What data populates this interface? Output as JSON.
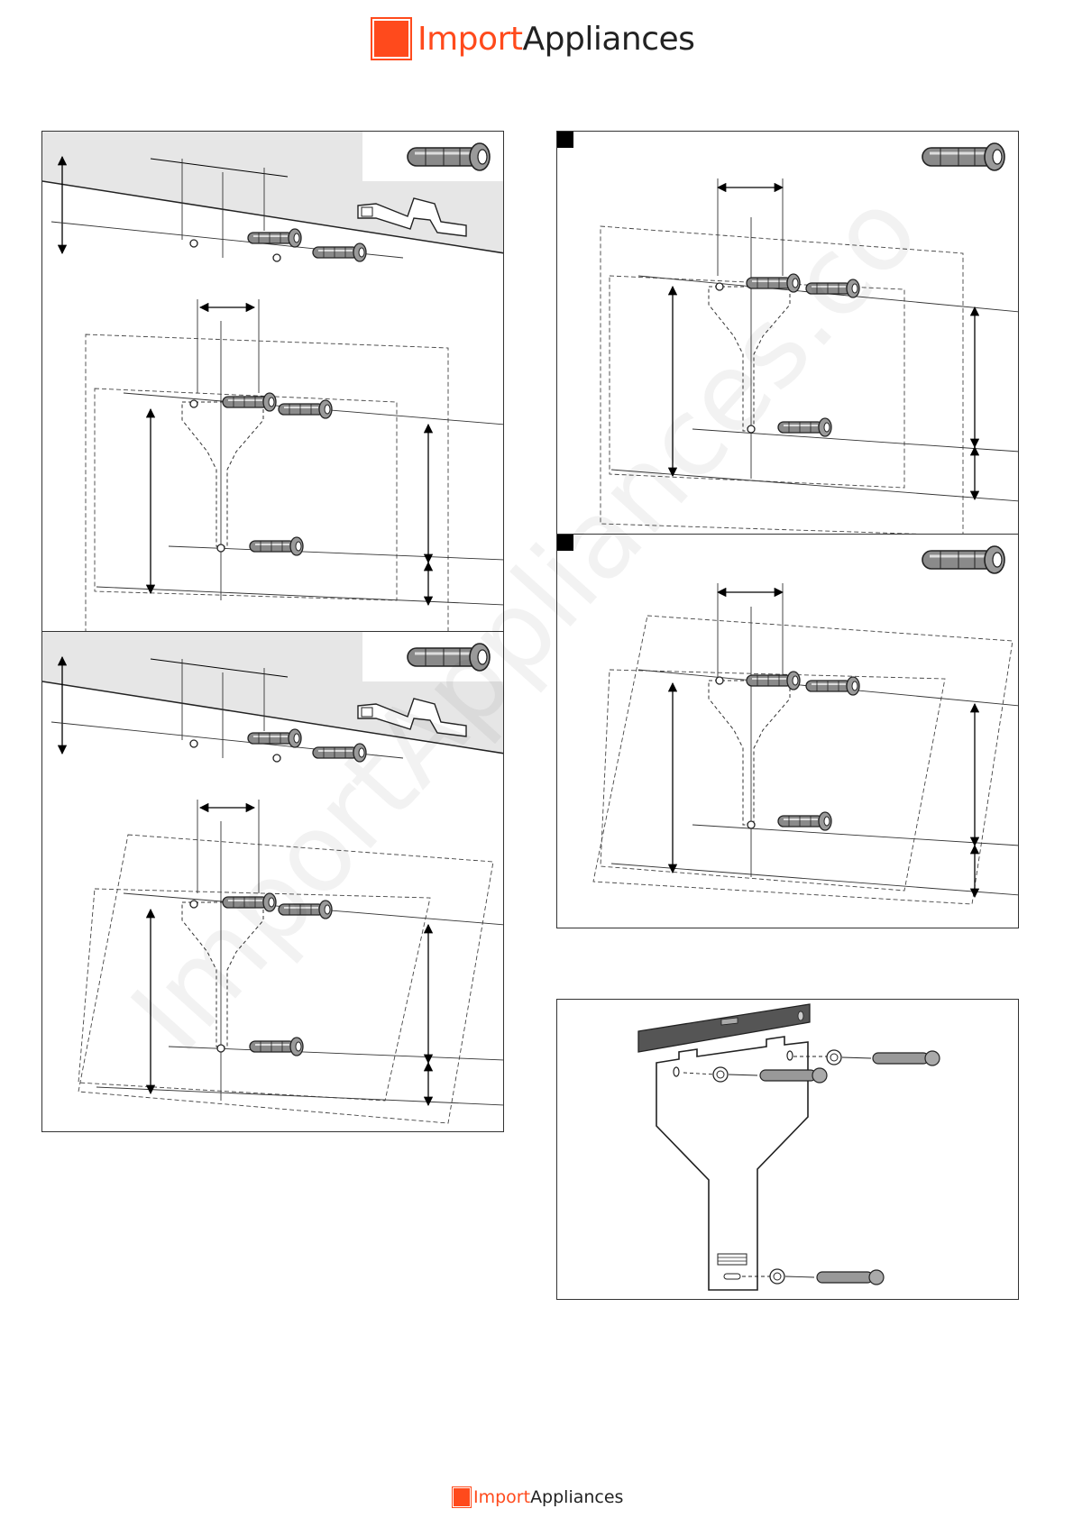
{
  "brand": {
    "part1": "Import",
    "part2": "Appliances",
    "accent": "#ff4a1c"
  },
  "watermark": "ImportAppliances.co",
  "panels": [
    {
      "id": "A",
      "step_marker": true
    },
    {
      "id": "B",
      "step_marker": true
    },
    {
      "id": "C",
      "step_marker": true
    },
    {
      "id": "D",
      "step_marker": true
    },
    {
      "id": "E",
      "step_marker": false
    }
  ]
}
